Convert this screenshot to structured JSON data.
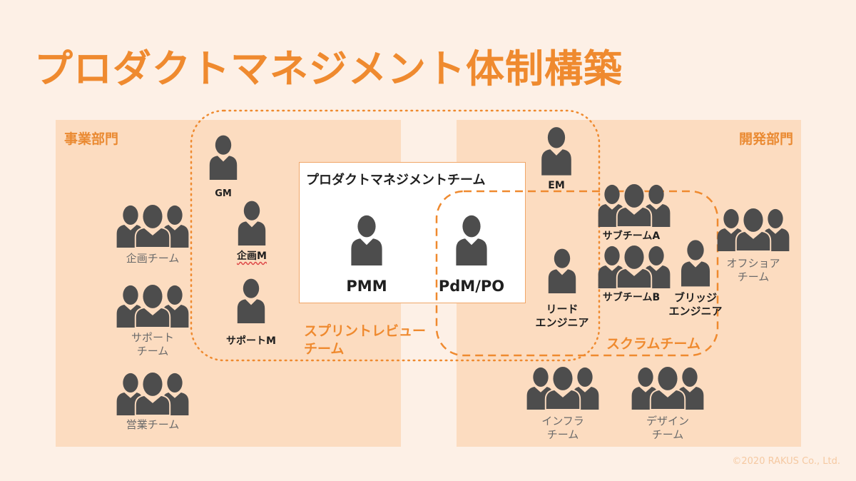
{
  "title": "プロダクトマネジメント体制構築",
  "business": {
    "label": "事業部門",
    "teams": [
      "企画チーム",
      "サポート\nチーム",
      "営業チーム"
    ]
  },
  "development": {
    "label": "開発部門",
    "teams": [
      "オフショア\nチーム",
      "インフラ\nチーム",
      "デザイン\nチーム"
    ]
  },
  "sprint_review": {
    "label": "スプリントレビュー\nチーム",
    "members": [
      "GM",
      "企画M",
      "サポートM"
    ]
  },
  "pm_team": {
    "label": "プロダクトマネジメントチーム",
    "members": [
      "PMM",
      "PdM/PO"
    ]
  },
  "scrum": {
    "label": "スクラムチーム",
    "members": [
      "EM",
      "リード\nエンジニア",
      "サブチームA",
      "サブチームB",
      "ブリッジ\nエンジニア"
    ]
  },
  "copyright": "©2020 RAKUS Co., Ltd.",
  "colors": {
    "accent": "#ef8a2f",
    "panel": "#fcdcc0",
    "icon": "#4d4d4d",
    "background": "#fdf0e6"
  }
}
